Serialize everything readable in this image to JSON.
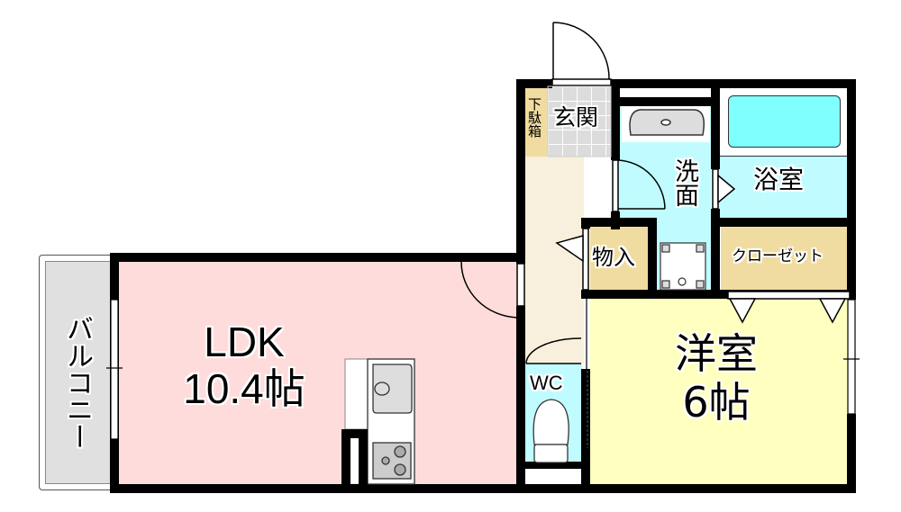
{
  "floorplan": {
    "colors": {
      "ldk": "#ffdcdc",
      "western": "#ffffc0",
      "wet": "#c0fcff",
      "bathtub": "#80ffff",
      "storage": "#f0dca0",
      "hall": "#f8f0dc",
      "entrance": "#dcdcdc",
      "balcony": "#e0e0e0",
      "wall": "#000000"
    },
    "rooms": {
      "ldk": {
        "name": "LDK",
        "size": "10.4帖"
      },
      "western": {
        "name": "洋室",
        "size": "6帖"
      },
      "entrance": {
        "name": "玄関"
      },
      "shoe_box": {
        "name": "下駄箱"
      },
      "washroom": {
        "name": "洗面"
      },
      "bathroom": {
        "name": "浴室"
      },
      "storage": {
        "name": "物入"
      },
      "closet": {
        "name": "クローゼット"
      },
      "toilet": {
        "name": "WC"
      },
      "balcony": {
        "name": "バルコニー"
      }
    }
  }
}
